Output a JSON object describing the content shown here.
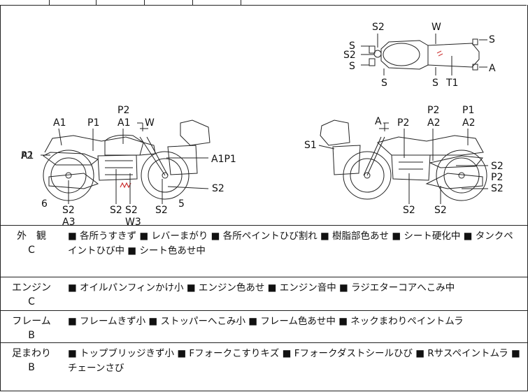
{
  "diagram": {
    "top_view": {
      "labels": [
        "S2",
        "W",
        "S",
        "S",
        "S2",
        "S",
        "S",
        "S",
        "T1",
        "A"
      ]
    },
    "left_view": {
      "labels": [
        "P2",
        "A1",
        "W",
        "A1",
        "P1",
        "A1",
        "P2",
        "A1P1",
        "S2",
        "6",
        "5",
        "S2",
        "A3",
        "S2",
        "S2",
        "W3",
        "S2"
      ]
    },
    "right_view": {
      "labels": [
        "A",
        "P2",
        "P2",
        "A2",
        "P1",
        "A2",
        "S1",
        "S2",
        "P2",
        "S2",
        "S2",
        "S2"
      ]
    }
  },
  "condition_rows": [
    {
      "category": "外　観",
      "grade": "C",
      "description": "■ 各所うすきず ■ レバーまがり ■ 各所ペイントひび割れ ■ 樹脂部色あせ ■ シート硬化中 ■ タンクペイントひび中 ■ シート色あせ中"
    },
    {
      "category": "エンジン",
      "grade": "C",
      "description": "■ オイルパンフィンかけ小 ■ エンジン色あせ ■ エンジン音中 ■ ラジエターコアへこみ中"
    },
    {
      "category": "フレーム",
      "grade": "B",
      "description": "■ フレームきず小 ■ ストッパーへこみ小 ■ フレーム色あせ中 ■ ネックまわりペイントムラ"
    },
    {
      "category": "足まわり",
      "grade": "B",
      "description": "■ トップブリッジきず小 ■ Fフォークこすりキズ ■ Fフォークダストシールひび ■ Rサスペイントムラ ■ チェーンさび"
    }
  ]
}
